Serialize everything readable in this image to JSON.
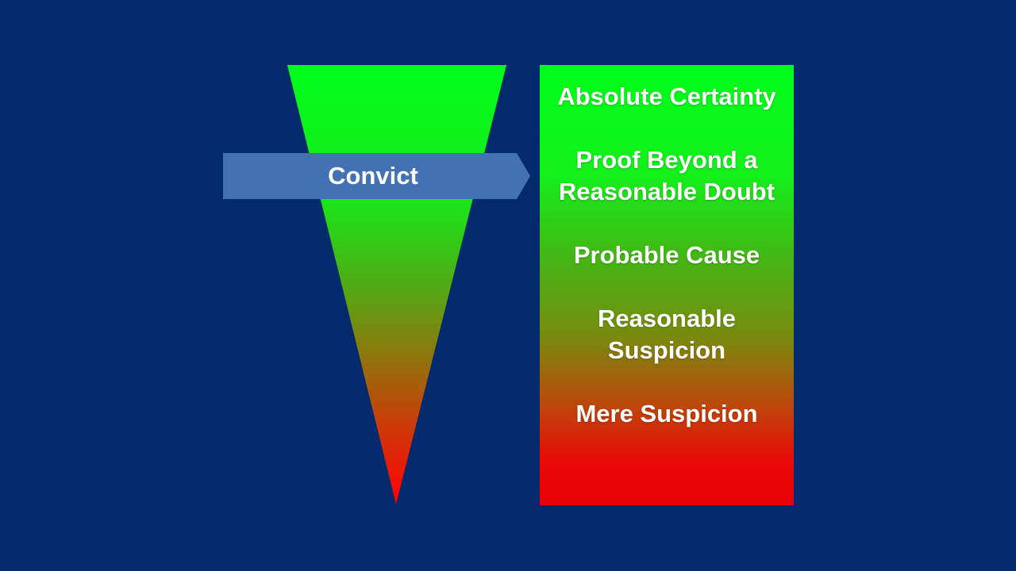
{
  "threshold_arrow": {
    "label": "Convict"
  },
  "standards_of_proof": [
    "Absolute Certainty",
    "Proof Beyond a\nReasonable Doubt",
    "Probable Cause",
    "Reasonable\nSuspicion",
    "Mere Suspicion"
  ],
  "colors": {
    "background": "#032a6c",
    "top_green": "#00ff1a",
    "bottom_red": "#e80006",
    "arrow_blue": "#4372b4",
    "text": "#ffffff"
  }
}
